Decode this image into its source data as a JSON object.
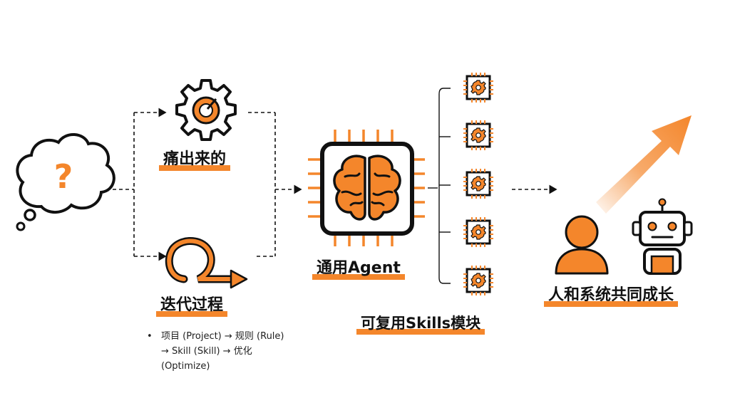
{
  "nodes": {
    "pain": "痛出来的",
    "iteration": "迭代过程",
    "agent": "通用Agent",
    "skills": "可复用Skills模块",
    "growth": "人和系统共同成长"
  },
  "question_mark": "?",
  "bullet": {
    "marker": "•",
    "text": "项目 (Project) → 规则 (Rule) → Skill (Skill) → 优化 (Optimize)"
  },
  "colors": {
    "accent": "#F4862B",
    "stroke": "#111111"
  },
  "icons": [
    "thought-cloud-icon",
    "gear-target-icon",
    "loop-arrow-icon",
    "brain-chip-icon",
    "gear-chip-icon",
    "person-icon",
    "robot-icon",
    "growth-arrow-icon"
  ]
}
